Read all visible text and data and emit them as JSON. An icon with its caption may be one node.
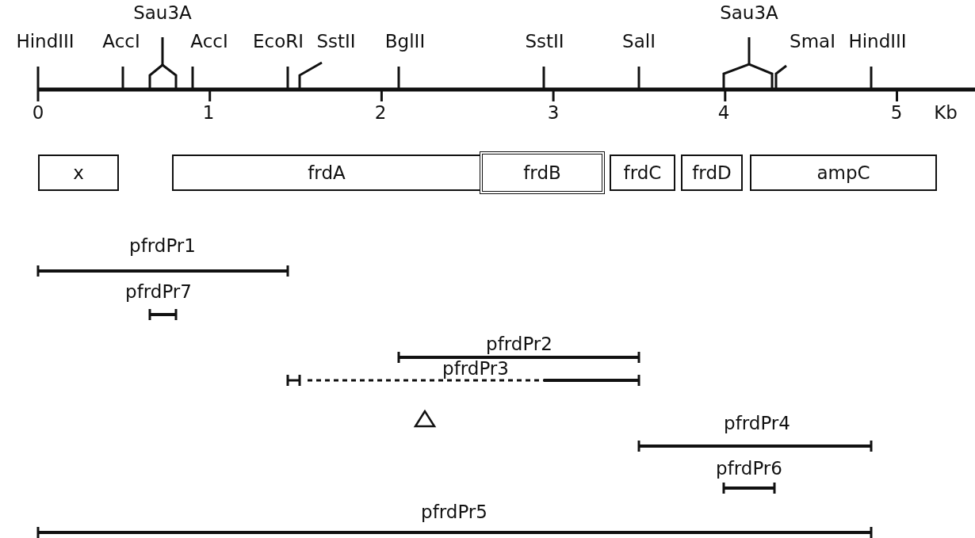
{
  "diagram": {
    "nodes": [
      {
        "text": [
          "x"
        ]
      },
      {
        "text": [
          "frdA"
        ]
      },
      {
        "text": [
          "frdB"
        ]
      },
      {
        "text": [
          "frdC"
        ]
      },
      {
        "text": [
          "frdD"
        ]
      },
      {
        "text": [
          "ampC"
        ]
      }
    ],
    "labels": [
      "Sau3A",
      "Sau3A",
      "HindIII",
      "AccI",
      "AccI",
      "EcoRI",
      "SstII",
      "BglII",
      "SstII",
      "SalI",
      "SmaI",
      "HindIII",
      "0",
      "1",
      "2",
      "3",
      "4",
      "5",
      "Kb",
      "pfrdPr1",
      "pfrdPr7",
      "pfrdPr2",
      "pfrdPr3",
      "pfrdPr4",
      "pfrdPr6",
      "pfrdPr5"
    ]
  }
}
